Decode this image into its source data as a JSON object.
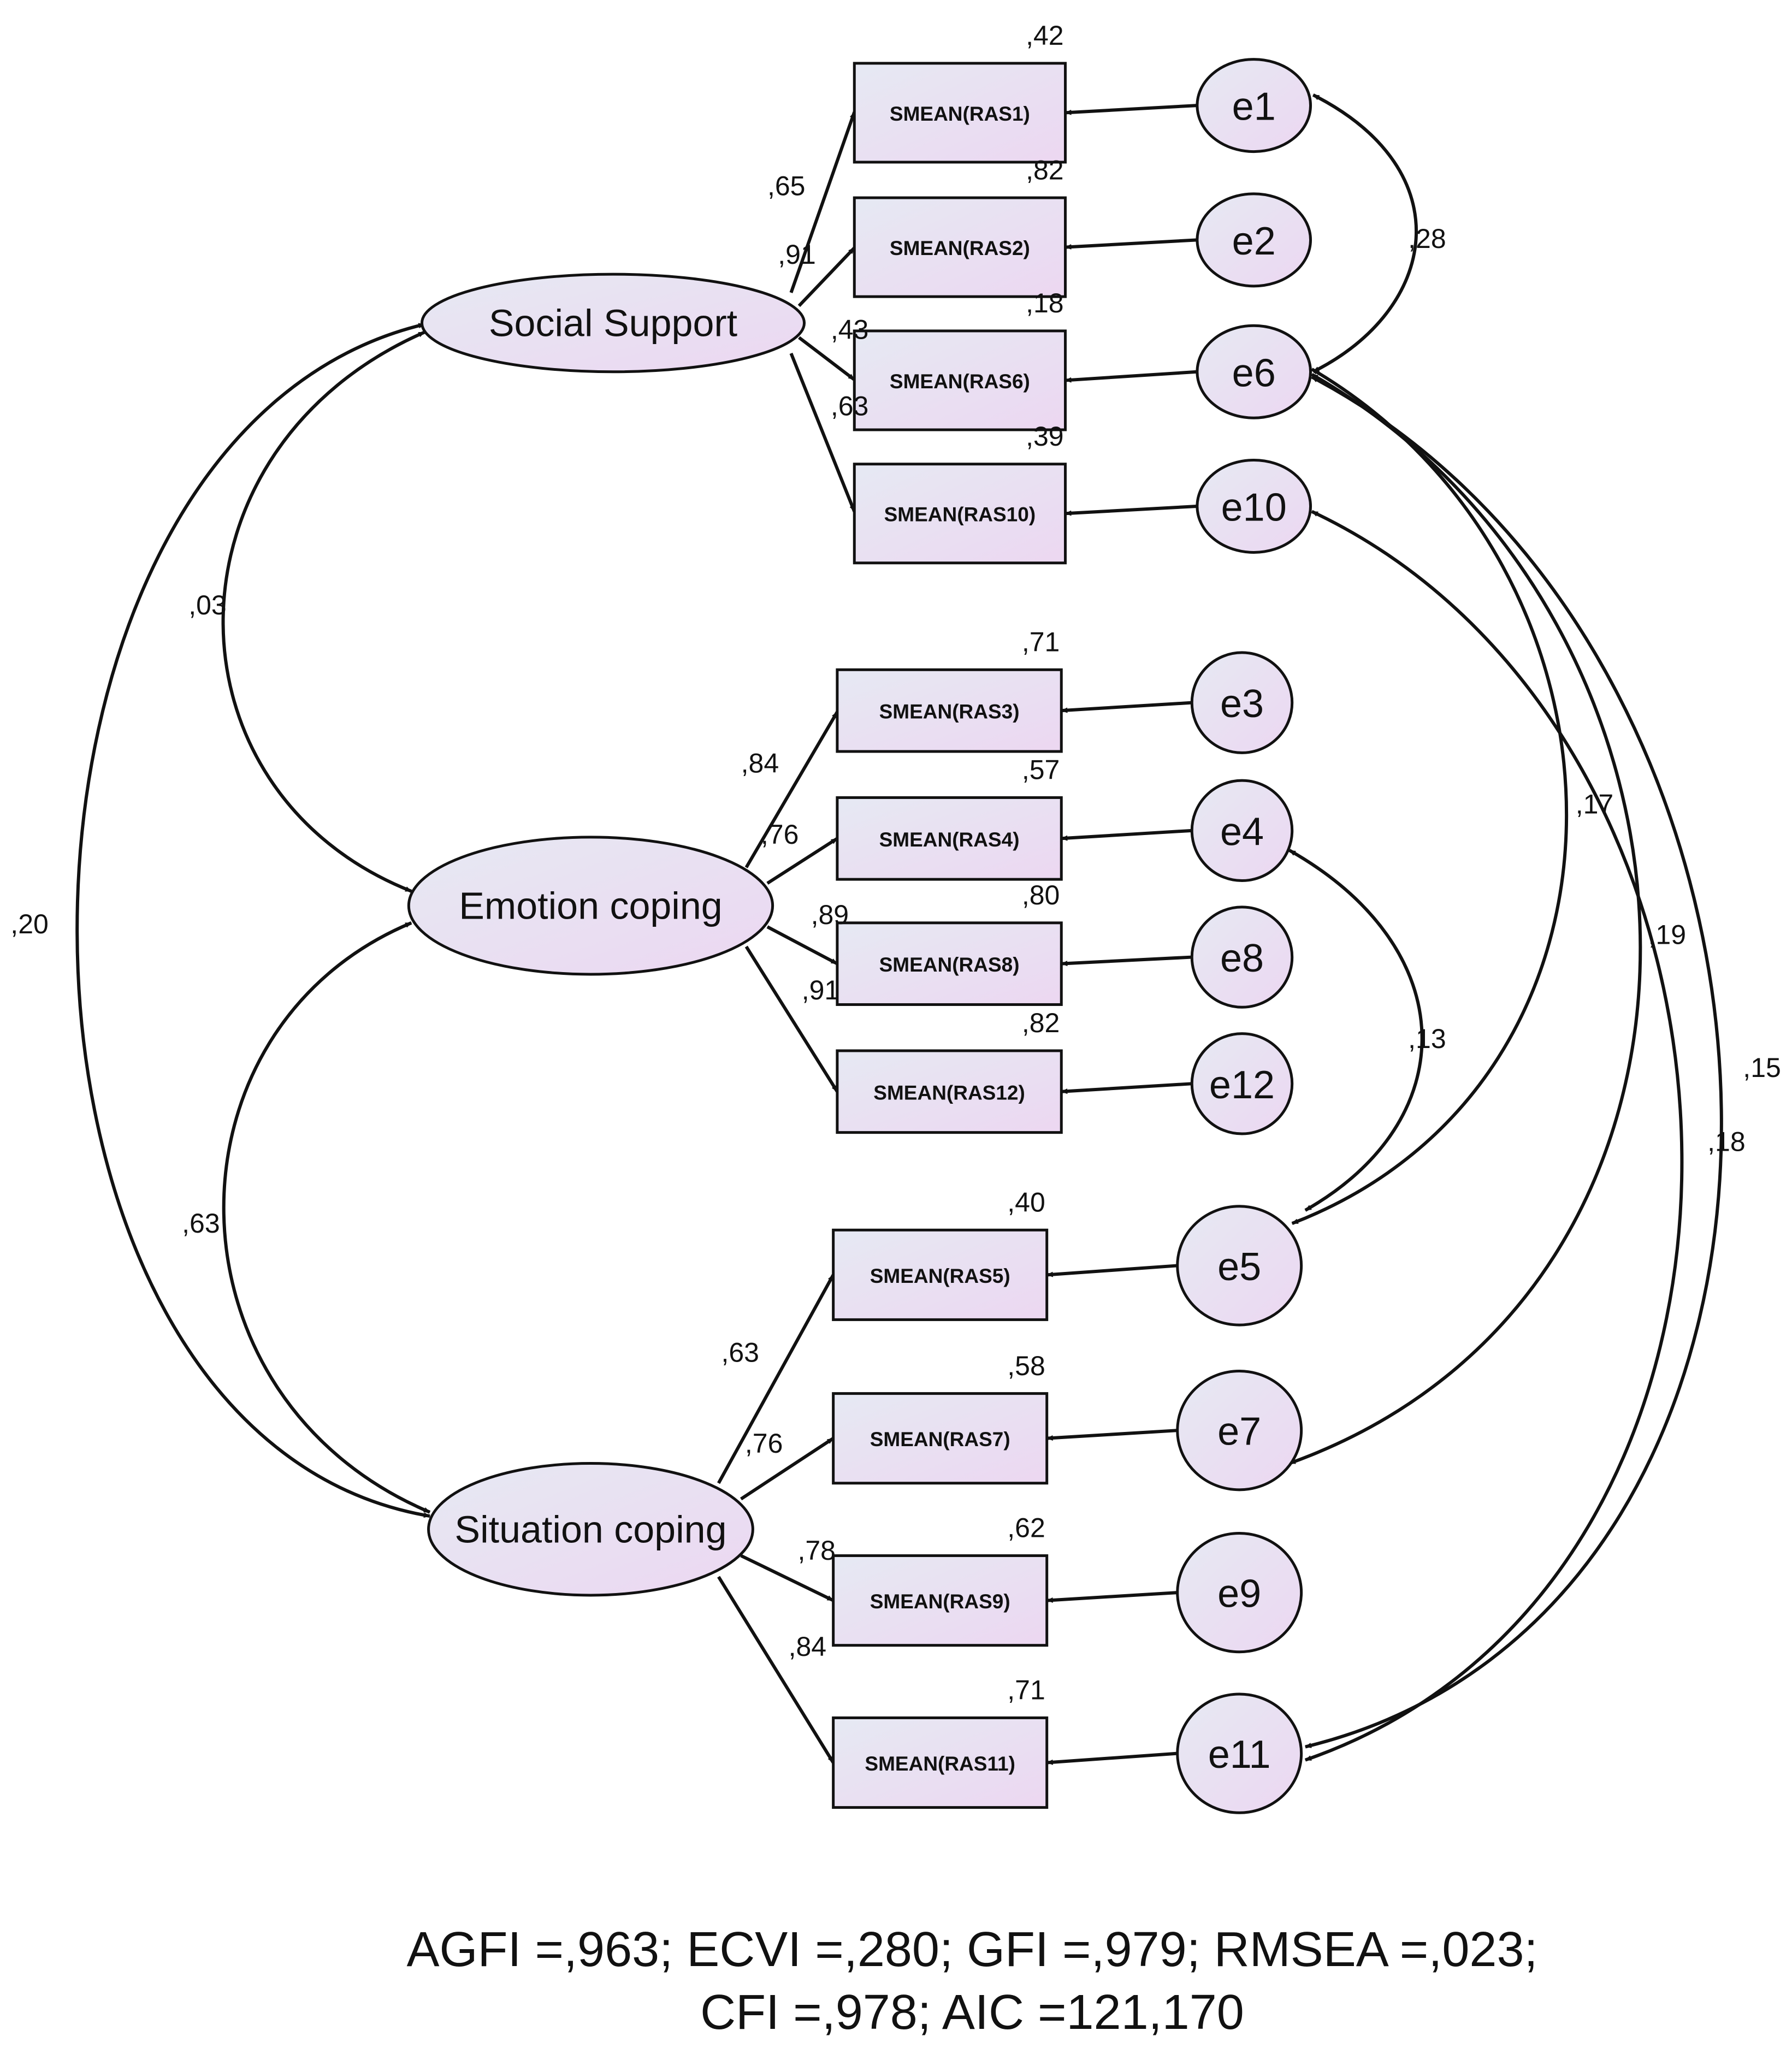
{
  "latents": [
    {
      "id": "ss",
      "label": "Social Support"
    },
    {
      "id": "ec",
      "label": "Emotion coping"
    },
    {
      "id": "sc",
      "label": "Situation coping"
    }
  ],
  "indicators": [
    {
      "id": "RAS1",
      "label": "SMEAN(RAS1)",
      "r2": ",42",
      "latent": "ss",
      "loading": ",65",
      "error": "e1"
    },
    {
      "id": "RAS2",
      "label": "SMEAN(RAS2)",
      "r2": ",82",
      "latent": "ss",
      "loading": ",91",
      "error": "e2"
    },
    {
      "id": "RAS6",
      "label": "SMEAN(RAS6)",
      "r2": ",18",
      "latent": "ss",
      "loading": ",43",
      "error": "e6"
    },
    {
      "id": "RAS10",
      "label": "SMEAN(RAS10)",
      "r2": ",39",
      "latent": "ss",
      "loading": ",63",
      "error": "e10"
    },
    {
      "id": "RAS3",
      "label": "SMEAN(RAS3)",
      "r2": ",71",
      "latent": "ec",
      "loading": ",84",
      "error": "e3"
    },
    {
      "id": "RAS4",
      "label": "SMEAN(RAS4)",
      "r2": ",57",
      "latent": "ec",
      "loading": ",76",
      "error": "e4"
    },
    {
      "id": "RAS8",
      "label": "SMEAN(RAS8)",
      "r2": ",80",
      "latent": "ec",
      "loading": ",89",
      "error": "e8"
    },
    {
      "id": "RAS12",
      "label": "SMEAN(RAS12)",
      "r2": ",82",
      "latent": "ec",
      "loading": ",91",
      "error": "e12"
    },
    {
      "id": "RAS5",
      "label": "SMEAN(RAS5)",
      "r2": ",40",
      "latent": "sc",
      "loading": ",63",
      "error": "e5"
    },
    {
      "id": "RAS7",
      "label": "SMEAN(RAS7)",
      "r2": ",58",
      "latent": "sc",
      "loading": ",76",
      "error": "e7"
    },
    {
      "id": "RAS9",
      "label": "SMEAN(RAS9)",
      "r2": ",62",
      "latent": "sc",
      "loading": ",78",
      "error": "e9"
    },
    {
      "id": "RAS11",
      "label": "SMEAN(RAS11)",
      "r2": ",71",
      "latent": "sc",
      "loading": ",84",
      "error": "e11"
    }
  ],
  "latent_covariances": [
    {
      "from": "ss",
      "to": "ec",
      "value": ",03"
    },
    {
      "from": "ec",
      "to": "sc",
      "value": ",63"
    },
    {
      "from": "ss",
      "to": "sc",
      "value": ",20"
    }
  ],
  "error_covariances": [
    {
      "from": "e1",
      "to": "e6",
      "value": ",28"
    },
    {
      "from": "e4",
      "to": "e5",
      "value": ",13"
    },
    {
      "from": "e6",
      "to": "e5",
      "value": ",17"
    },
    {
      "from": "e6",
      "to": "e7",
      "value": ",19"
    },
    {
      "from": "e6",
      "to": "e11",
      "value": ",15"
    },
    {
      "from": "e10",
      "to": "e11",
      "value": ",18"
    }
  ],
  "fit_indices": {
    "line1": "AGFI =,963; ECVI =,280; GFI =,979; RMSEA =,023;",
    "line2": "CFI =,978; AIC =121,170"
  },
  "colors": {
    "fill_start": "#e6e9f3",
    "fill_end": "#ecd7f1",
    "stroke": "#111111"
  }
}
